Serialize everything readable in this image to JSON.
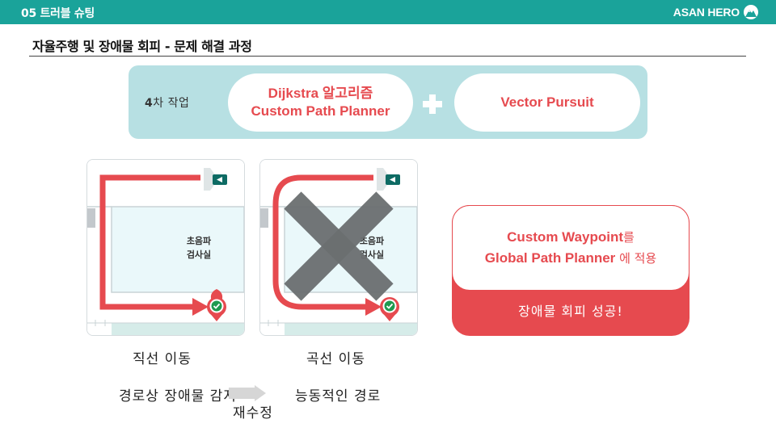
{
  "header": {
    "section": "05 트러블 슈팅",
    "brand": "ASAN HERO",
    "accent": "#1aa39a"
  },
  "title": "자율주행 및 장애물 회피 - 문제 해결 과정",
  "panel": {
    "step_num": "4",
    "step_text": "차 작업",
    "algo_line1": "Dijkstra 알고리즘",
    "algo_line2": "Custom Path Planner",
    "pursuit": "Vector Pursuit"
  },
  "maps": {
    "room_line1": "초음파",
    "room_line2": "검사실"
  },
  "captions": {
    "straight": "직선 이동",
    "curve": "곡선 이동",
    "bottom_left": "경로상 장애물 감지",
    "bottom_mid": "재수정",
    "bottom_right": "능동적인 경로"
  },
  "result": {
    "line1_bold": "Custom Waypoint",
    "line1_thin": "를",
    "line2_bold": "Global Path Planner",
    "line2_thin": " 에 적용",
    "success": "장애물 회피 성공!"
  },
  "colors": {
    "red": "#e64a4f",
    "panel_bg": "#b7e0e3",
    "room_fill": "#eaf8fa"
  }
}
